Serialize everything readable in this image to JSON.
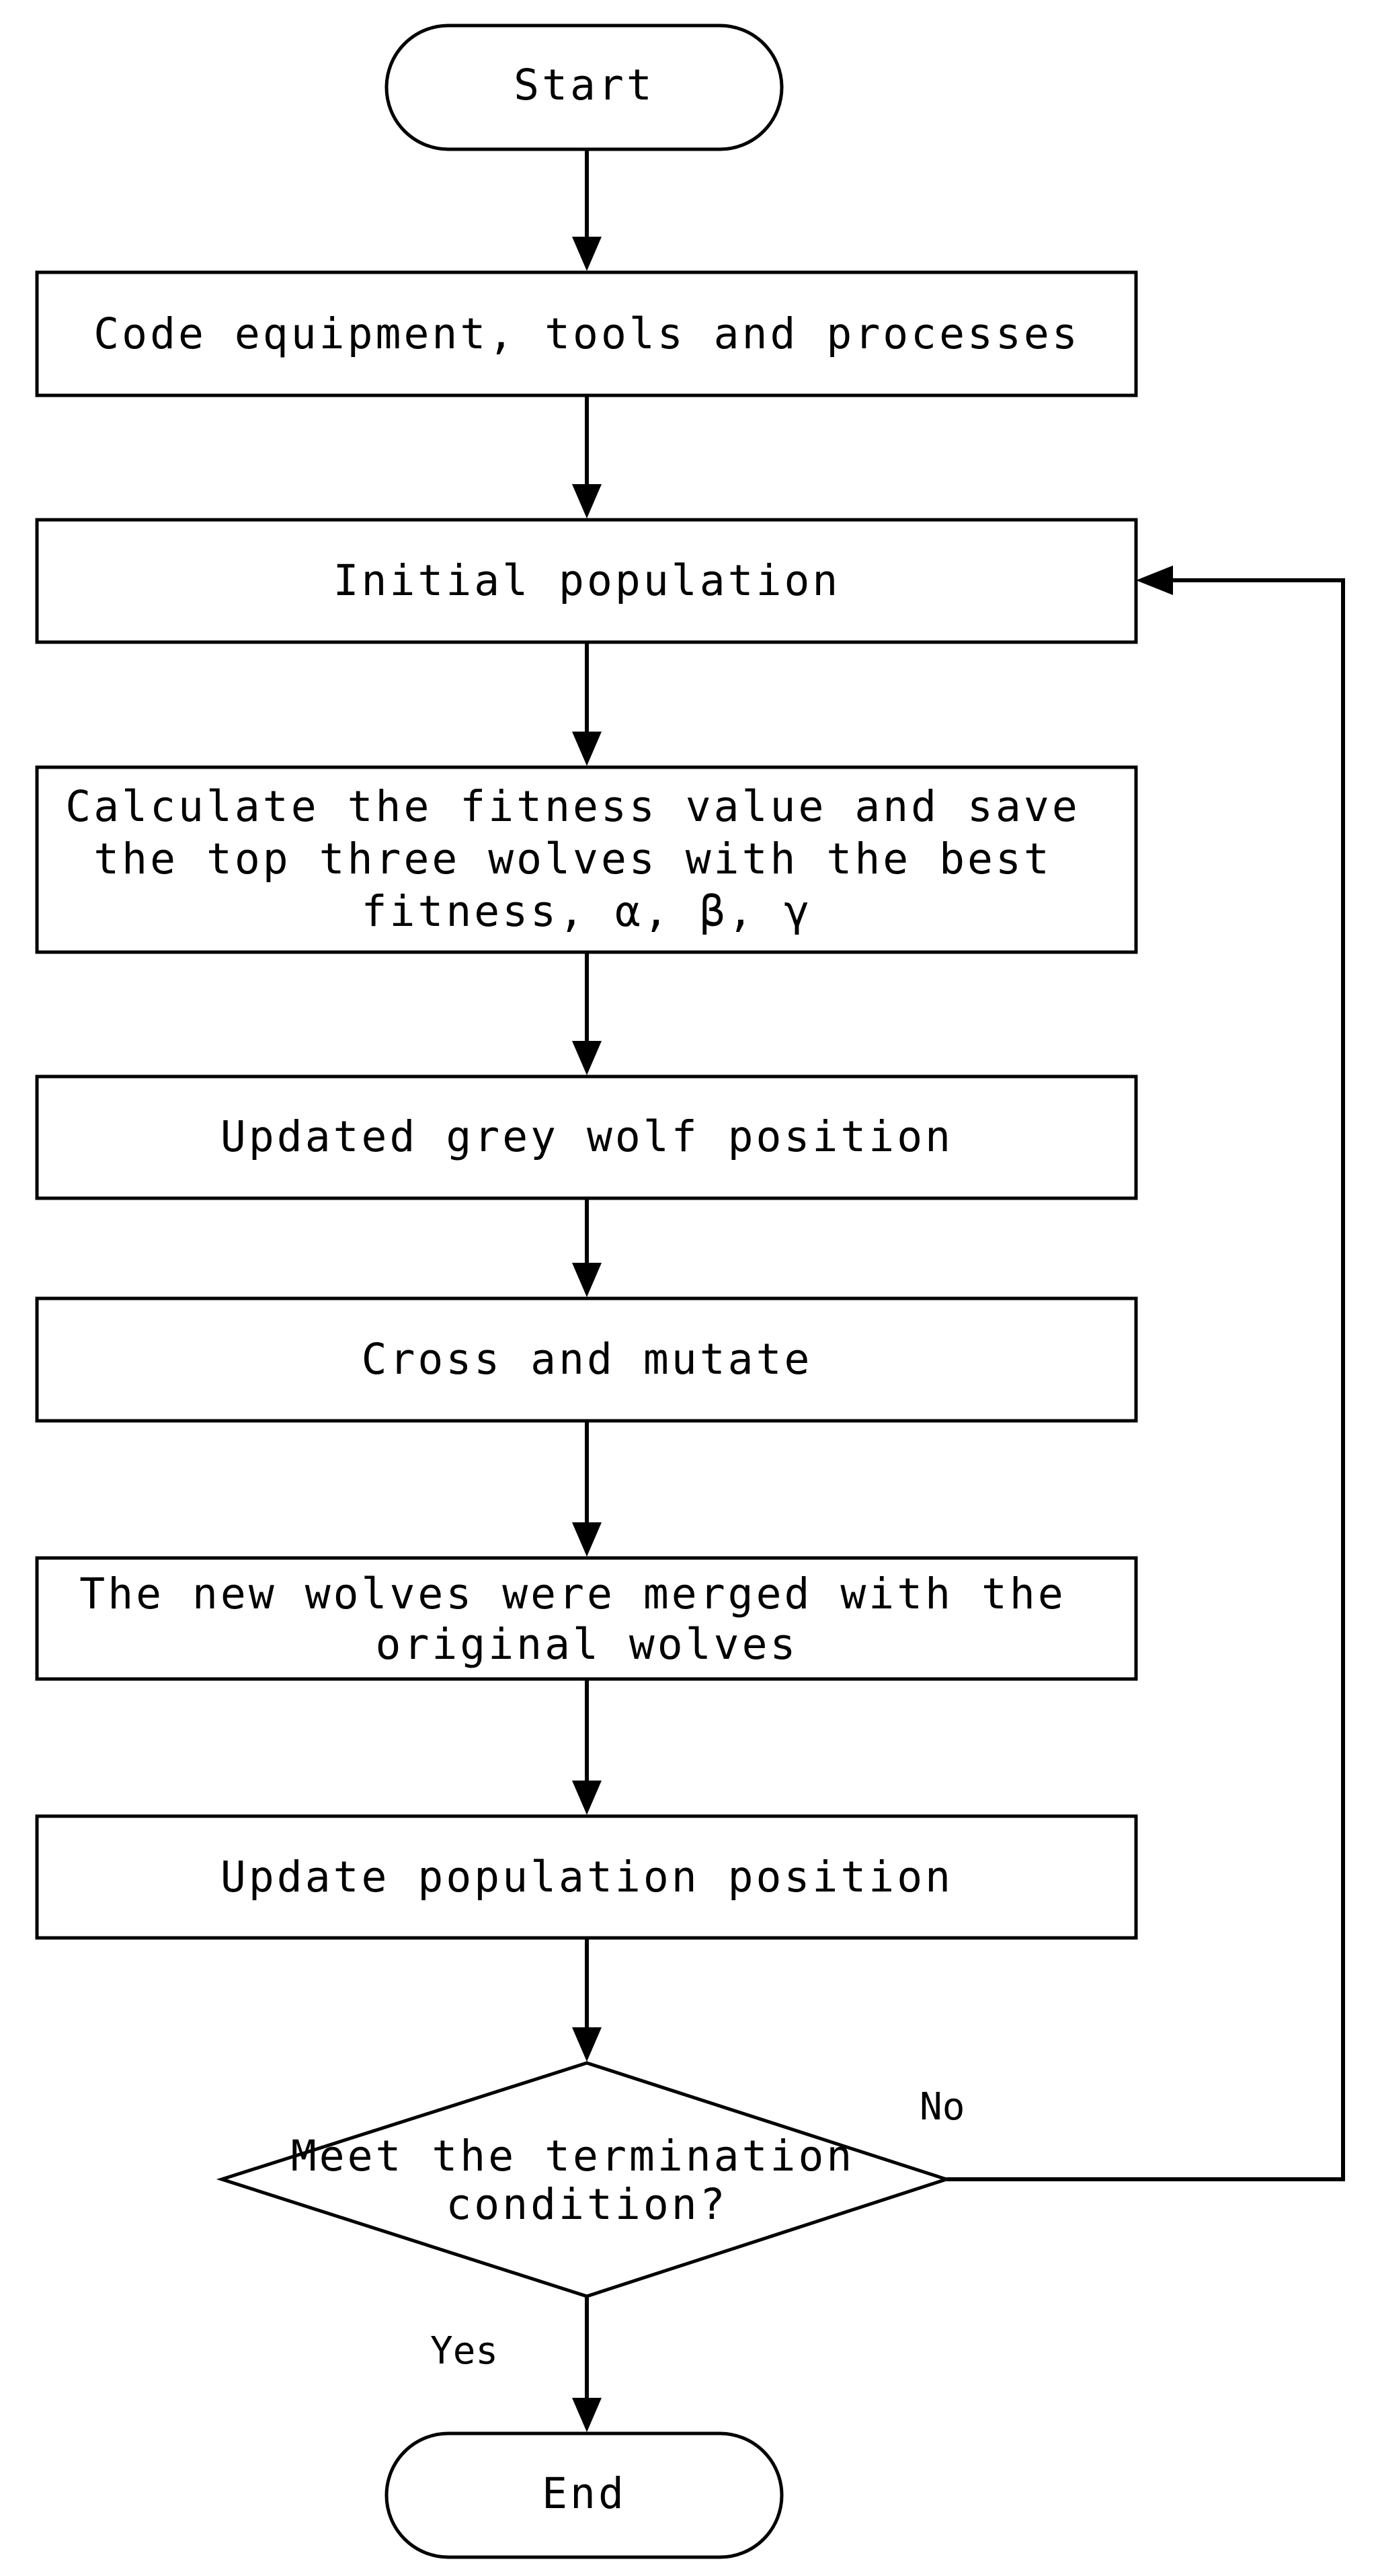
{
  "nodes": {
    "start": {
      "lines": [
        "Start"
      ]
    },
    "code": {
      "lines": [
        "Code equipment, tools and processes"
      ]
    },
    "init": {
      "lines": [
        "Initial population"
      ]
    },
    "fitness": {
      "lines": [
        "Calculate the fitness value and save",
        "the top three wolves with the best",
        "fitness, α, β, γ"
      ]
    },
    "update_grey": {
      "lines": [
        "Updated grey wolf position"
      ]
    },
    "cross": {
      "lines": [
        "Cross and mutate"
      ]
    },
    "merge": {
      "lines": [
        "The new wolves were merged with the",
        "original wolves"
      ]
    },
    "update_pop": {
      "lines": [
        "Update population position"
      ]
    },
    "decision": {
      "lines": [
        "Meet the termination",
        "condition?"
      ]
    },
    "end": {
      "lines": [
        "End"
      ]
    }
  },
  "edge_labels": {
    "no": "No",
    "yes": "Yes"
  }
}
